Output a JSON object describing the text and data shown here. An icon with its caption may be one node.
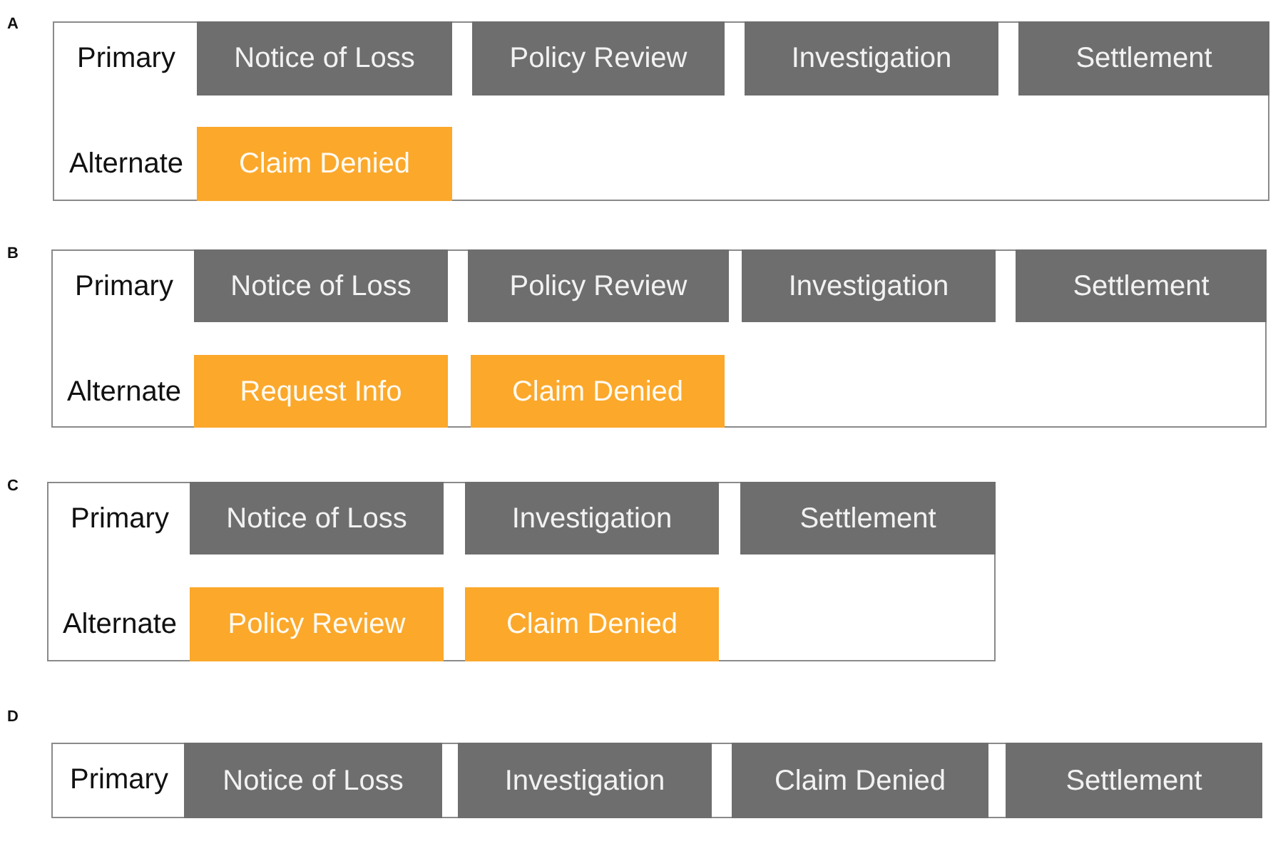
{
  "diagram": {
    "nodes": [
      {
        "text": [
          "A",
          "Primary",
          "Alternate"
        ]
      },
      {
        "text": [
          "Notice of Loss"
        ],
        "in": 0
      },
      {
        "text": [
          "Policy Review"
        ],
        "in": 0
      },
      {
        "text": [
          "Investigation"
        ],
        "in": 0
      },
      {
        "text": [
          "Settlement"
        ],
        "in": 0
      },
      {
        "text": [
          "Claim Denied"
        ],
        "in": 0
      },
      {
        "text": [
          "B",
          "Primary",
          "Alternate"
        ]
      },
      {
        "text": [
          "Notice of Loss"
        ],
        "in": 6
      },
      {
        "text": [
          "Policy Review"
        ],
        "in": 6
      },
      {
        "text": [
          "Investigation"
        ],
        "in": 6
      },
      {
        "text": [
          "Settlement"
        ],
        "in": 6
      },
      {
        "text": [
          "Request Info"
        ],
        "in": 6
      },
      {
        "text": [
          "Claim Denied"
        ],
        "in": 6
      },
      {
        "text": [
          "C",
          "Primary",
          "Alternate"
        ]
      },
      {
        "text": [
          "Notice of Loss"
        ],
        "in": 13
      },
      {
        "text": [
          "Investigation"
        ],
        "in": 13
      },
      {
        "text": [
          "Settlement"
        ],
        "in": 13
      },
      {
        "text": [
          "Policy Review"
        ],
        "in": 13
      },
      {
        "text": [
          "Claim Denied"
        ],
        "in": 13
      },
      {
        "text": [
          "D",
          "Primary"
        ]
      },
      {
        "text": [
          "Notice of Loss"
        ],
        "in": 19
      },
      {
        "text": [
          "Investigation"
        ],
        "in": 19
      },
      {
        "text": [
          "Claim Denied"
        ],
        "in": 19
      },
      {
        "text": [
          "Settlement"
        ],
        "in": 19
      }
    ]
  }
}
